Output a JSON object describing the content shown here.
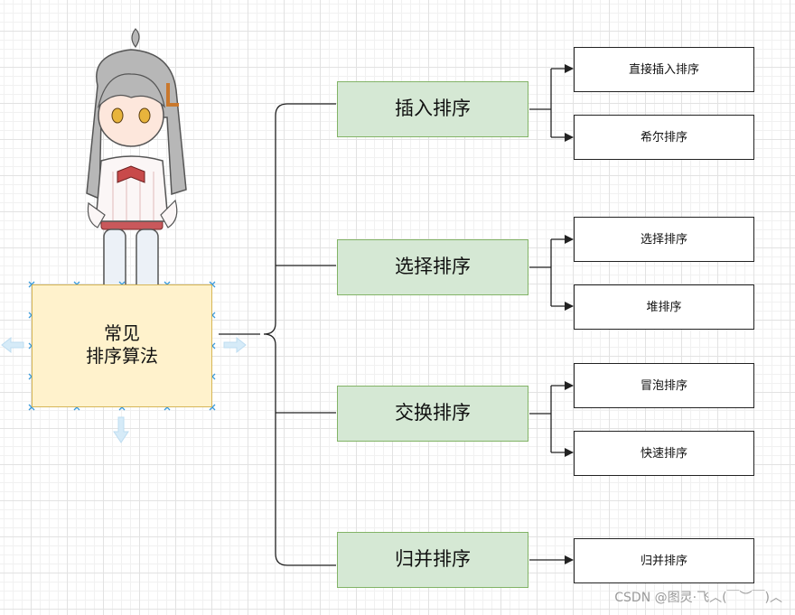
{
  "root": {
    "line1": "常见",
    "line2": "排序算法"
  },
  "categories": [
    {
      "label": "插入排序",
      "children": [
        "直接插入排序",
        "希尔排序"
      ]
    },
    {
      "label": "选择排序",
      "children": [
        "选择排序",
        "堆排序"
      ]
    },
    {
      "label": "交换排序",
      "children": [
        "冒泡排序",
        "快速排序"
      ]
    },
    {
      "label": "归并排序",
      "children": [
        "归并排序"
      ]
    }
  ],
  "watermark": "CSDN @图灵·飞︿(￣︶￣)︿",
  "colors": {
    "root_fill": "#fff2cc",
    "root_stroke": "#d6b656",
    "cat_fill": "#d5e8d4",
    "cat_stroke": "#82b366",
    "handle": "#3a9ad9",
    "connector": "#222222"
  }
}
